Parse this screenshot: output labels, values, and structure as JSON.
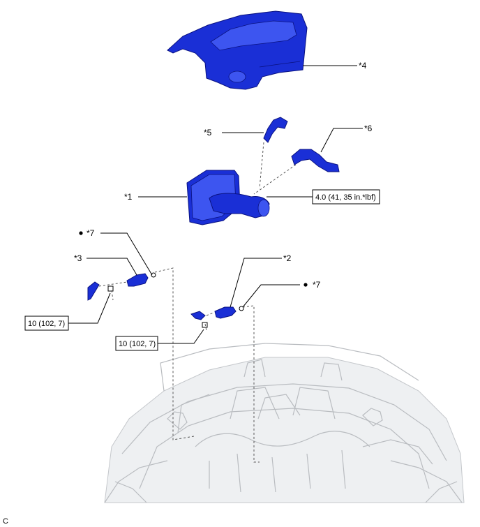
{
  "callouts": {
    "c1": "*1",
    "c2": "*2",
    "c3": "*3",
    "c4": "*4",
    "c5": "*5",
    "c6": "*6",
    "c7a": "*7",
    "c7b": "*7"
  },
  "torque": {
    "t1": "4.0 (41, 35 in.*lbf)",
    "t2": "10 (102, 7)",
    "t3": "10 (102, 7)"
  },
  "corner_code": "C",
  "colors": {
    "part_blue": "#1a2fd6",
    "car_gray": "#b9bcc0"
  }
}
